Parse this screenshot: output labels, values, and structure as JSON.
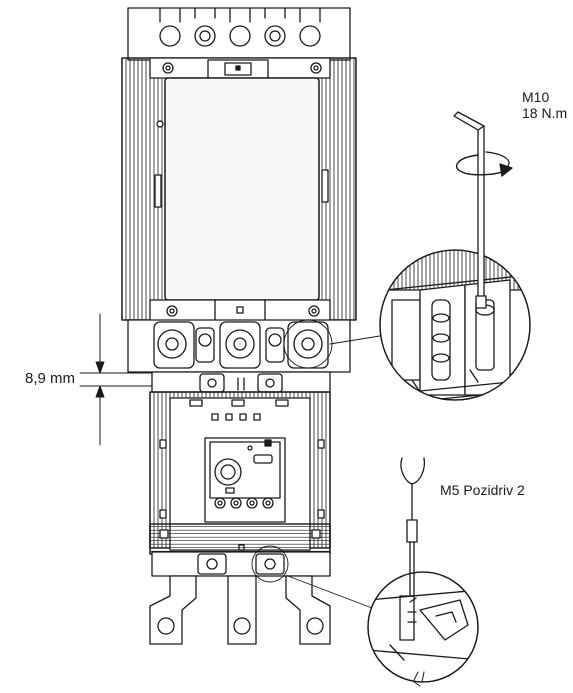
{
  "dimension": {
    "gap_label": "8,9 mm"
  },
  "top_callout": {
    "size_label": "M10",
    "torque_label": "18 N.m"
  },
  "bottom_callout": {
    "screw_label": "M5  Pozidriv 2"
  },
  "colors": {
    "ink": "#1a1a1a",
    "paper": "#ffffff",
    "window": "#f7f7f7"
  },
  "icons": [
    "hex-key-icon",
    "rotation-arrow-icon",
    "screwdriver-icon"
  ]
}
